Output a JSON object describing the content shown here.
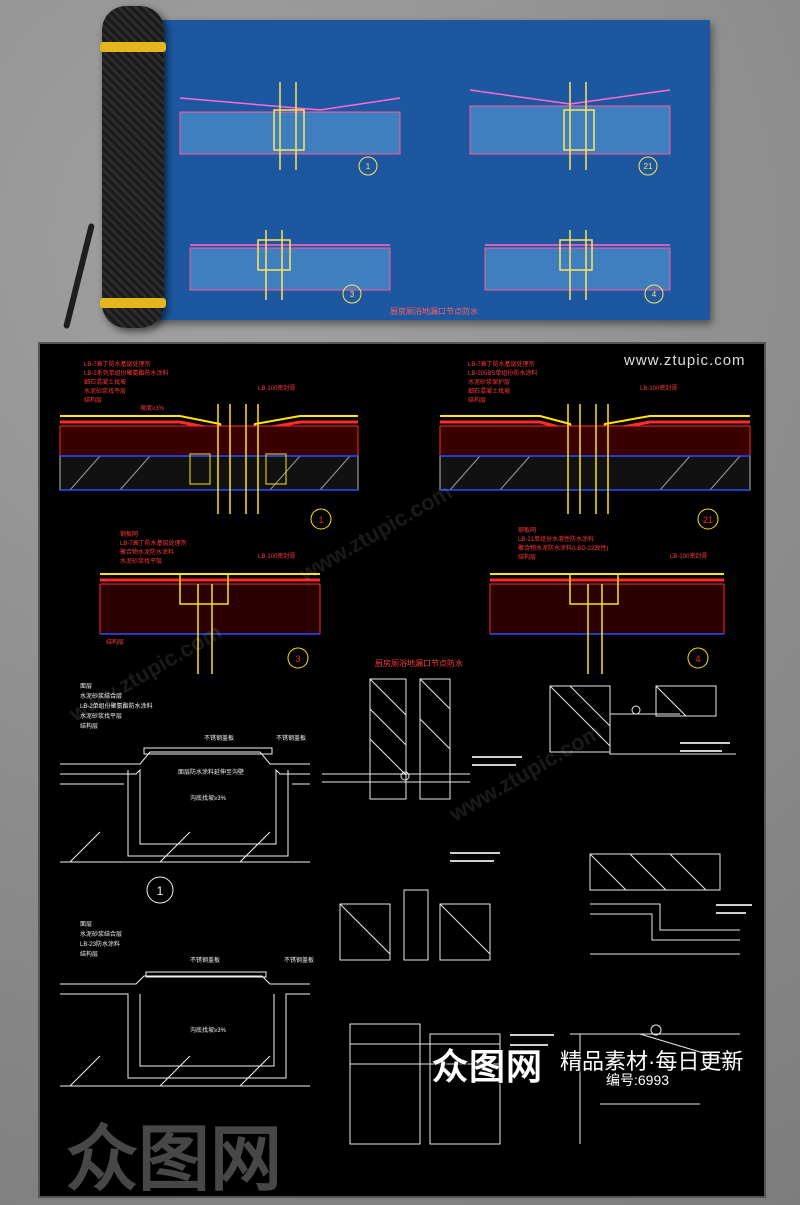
{
  "site_url": "www.ztupic.com",
  "brand": {
    "logo_text": "众图网",
    "slogan": "精品素材·每日更新",
    "product_id": "编号:6993"
  },
  "scroll_title": "厨房厕浴地漏口节点防水",
  "board_title": "厨房厕浴地漏口节点防水",
  "detail_numbers": [
    "1",
    "21",
    "3",
    "4"
  ],
  "detail_lower_number": "1",
  "leaders_top": {
    "d1": [
      "LB-7高丁防水基层处理剂",
      "LB-2系列单组份聚氨酯防水涂料",
      "细石混凝土找坡",
      "水泥砂浆找平层",
      "结构层"
    ],
    "d21": [
      "LB-7高丁防水基层处理剂",
      "LB-205BS单组份防水涂料",
      "水泥砂浆保护层",
      "细石混凝土找坡",
      "结构层"
    ],
    "d3": [
      "钢板网",
      "LB-7高丁防水基层处理剂",
      "聚合物水泥防水涂料",
      "水泥砂浆找平层"
    ],
    "d4": [
      "钢板网",
      "LB-21单组份水溶性防水涂料",
      "聚合物水泥防水涂料(LBD-22改性)",
      "结构层"
    ]
  },
  "callouts": {
    "drain_sealant": "LB-100密封膏",
    "slope": "坡度≥3%",
    "structure": "结构层"
  },
  "lower_left": {
    "top_block": [
      "面层",
      "水泥砂浆结合层",
      "LB-2单组份聚氨酯防水涂料",
      "水泥砂浆找平层",
      "结构层"
    ],
    "top_callouts": [
      "不锈钢盖板",
      "不锈钢盖板"
    ],
    "top_inner": [
      "面层防水涂料延伸至沟壁",
      "沟底找坡≥3%"
    ],
    "bottom_block": [
      "面层",
      "水泥砂浆结合层",
      "LB-23防水涂料",
      "结构层"
    ],
    "bottom_callouts": [
      "不锈钢盖板",
      "不锈钢盖板"
    ],
    "bottom_inner": [
      "沟底找坡≥3%"
    ]
  },
  "colors": {
    "blueprint": "#1d57a0",
    "board": "#000000",
    "cad_yellow": "#ffe600",
    "cad_red": "#ff2a2a",
    "cad_blue": "#2a4dff",
    "cad_white": "#f2f2f2"
  }
}
